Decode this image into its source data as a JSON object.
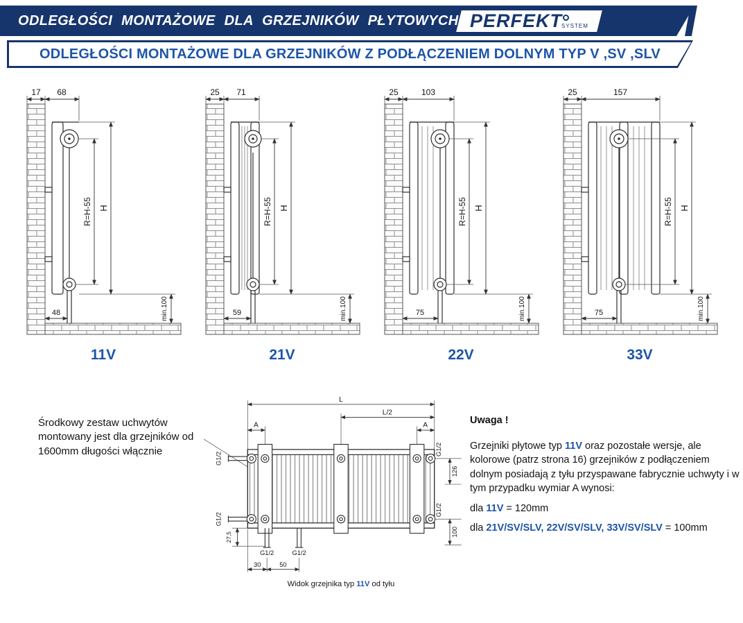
{
  "header": {
    "title": "ODLEGŁOŚCI  MONTAŻOWE  DLA  GRZEJNIKÓW  PŁYTOWYCH",
    "logo": {
      "name": "PERFEKT",
      "sub": "SYSTEM"
    }
  },
  "subheader": {
    "title": "ODLEGŁOŚCI MONTAŻOWE DLA GRZEJNIKÓW Z PODŁĄCZENIEM DOLNYM TYP V ,SV ,SLV"
  },
  "colors": {
    "navy": "#17356d",
    "blue": "#1d55a7",
    "line": "#333333"
  },
  "diagrams": [
    {
      "label": "11V",
      "dim_wall": "17",
      "dim_depth": "68",
      "dim_radius": "R=H-55",
      "dim_height": "H",
      "dim_bottom": "48",
      "dim_min": "min.100"
    },
    {
      "label": "21V",
      "dim_wall": "25",
      "dim_depth": "71",
      "dim_radius": "R=H-55",
      "dim_height": "H",
      "dim_bottom": "59",
      "dim_min": "min.100"
    },
    {
      "label": "22V",
      "dim_wall": "25",
      "dim_depth": "103",
      "dim_radius": "R=H-55",
      "dim_height": "H",
      "dim_bottom": "75",
      "dim_min": "min.100"
    },
    {
      "label": "33V",
      "dim_wall": "25",
      "dim_depth": "157",
      "dim_radius": "R=H-55",
      "dim_height": "H",
      "dim_bottom": "75",
      "dim_min": "min.100"
    }
  ],
  "bottom_view": {
    "dim_length": "L",
    "dim_half_length": "L/2",
    "dim_a_left": "A",
    "dim_a_right": "A",
    "thread": "G1/2",
    "dim_126": "126",
    "dim_100": "100",
    "dim_27_5": "27,5",
    "dim_30": "30",
    "dim_50": "50",
    "caption_pre": "Widok grzejnika typ ",
    "caption_type": "11V",
    "caption_post": " od tyłu"
  },
  "left_note": "Środkowy zestaw uchwytów montowany jest dla grzejników od 1600mm długości włącznie",
  "note": {
    "title": "Uwaga !",
    "p1_pre": "Grzejniki płytowe typ ",
    "p1_type": "11V",
    "p1_post": " oraz pozostałe wersje, ale kolorowe (patrz strona 16) grzejników z podłączeniem dolnym posiadają z tyłu przyspawane fabrycznie uchwyty i w tym przypadku wymiar A wynosi:",
    "l2_pre": "dla ",
    "l2_type": "11V",
    "l2_post": " = 120mm",
    "l3_pre": "dla ",
    "l3_types": "21V/SV/SLV, 22V/SV/SLV, 33V/SV/SLV",
    "l3_post": " = 100mm"
  }
}
